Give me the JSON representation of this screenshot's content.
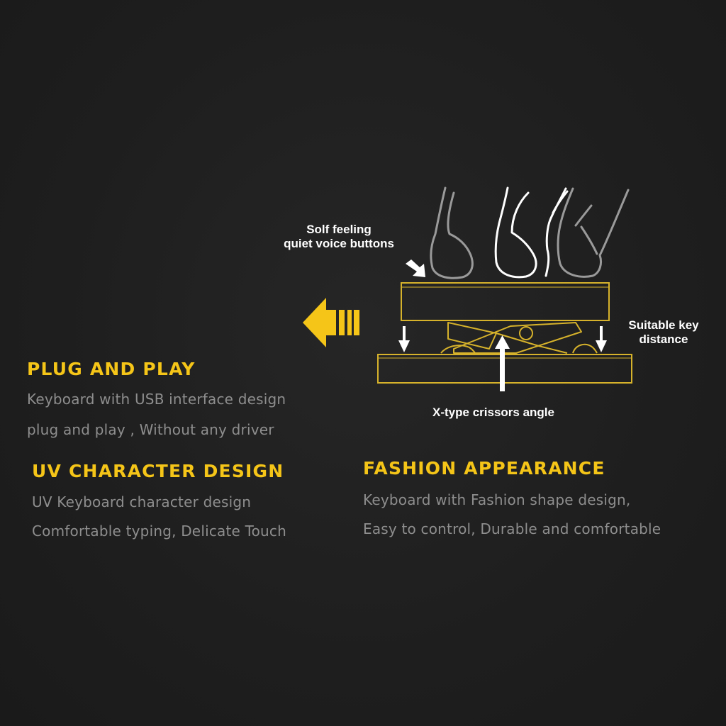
{
  "diagram": {
    "label_soft": [
      "Solf feeling",
      "quiet voice buttons"
    ],
    "label_distance": [
      "Suitable key",
      "distance"
    ],
    "label_scissors": "X-type crissors angle",
    "colors": {
      "accent": "#f5c518",
      "outline": "#d6b22b",
      "finger_gray": "#9a9a9a",
      "finger_white": "#ffffff",
      "background": "#1f1f1f"
    }
  },
  "features": {
    "plug": {
      "title": "PLUG AND PLAY",
      "line1": "Keyboard with USB interface design",
      "line2": "plug and play , Without any driver"
    },
    "uv": {
      "title": "UV CHARACTER DESIGN",
      "line1": "UV Keyboard character design",
      "line2": "Comfortable typing, Delicate Touch"
    },
    "fashion": {
      "title": "FASHION APPEARANCE",
      "line1": "Keyboard with Fashion shape design,",
      "line2": "Easy to control, Durable and comfortable"
    }
  },
  "icons": {
    "left_arrow": "arrow-left-icon"
  }
}
